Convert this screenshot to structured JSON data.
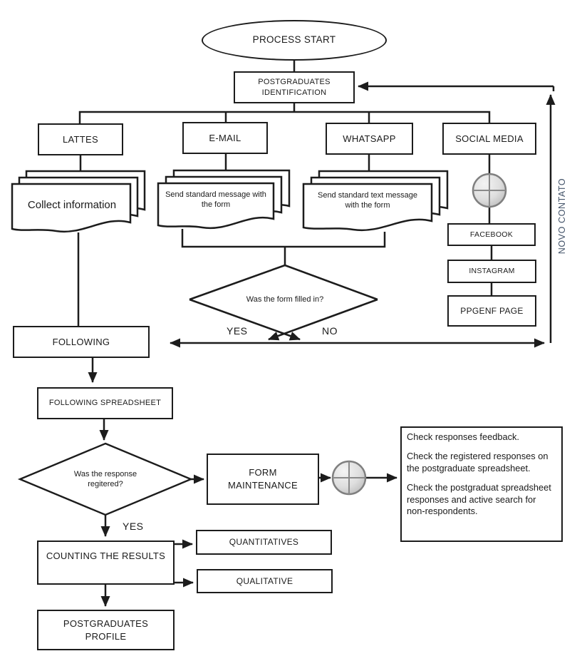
{
  "flowchart": {
    "start": "PROCESS START",
    "identification": "POSTGRADUATES IDENTIFICATION",
    "channels": {
      "lattes": "LATTES",
      "email": "E-MAIL",
      "whatsapp": "WHATSAPP",
      "social_media": "SOCIAL MEDIA"
    },
    "documents": {
      "collect": "Collect information",
      "email_message": "Send standard message with the form",
      "whatsapp_message": "Send standard text message with the form"
    },
    "social_pages": {
      "facebook": "FACEBOOK",
      "instagram": "INSTAGRAM",
      "ppgenf": "PPGENF PAGE"
    },
    "new_contact_label": "NOVO CONTATO",
    "decision_form": {
      "question": "Was the form filled in?",
      "yes": "YES",
      "no": "NO"
    },
    "following": "FOLLOWING",
    "following_spreadsheet": "FOLLOWING SPREADSHEET",
    "decision_response": {
      "question": "Was the response regitered?",
      "yes": "YES"
    },
    "form_maintenance": "FORM MAINTENANCE",
    "notes": [
      "Check responses feedback.",
      "Check the registered responses on the postgraduate spreadsheet.",
      "Check the postgraduat spreadsheet responses and active search for non-respondents."
    ],
    "counting": "COUNTING THE RESULTS",
    "quantitatives": "QUANTITATIVES",
    "qualitative": "QUALITATIVE",
    "profile": "POSTGRADUATES PROFILE"
  },
  "colors": {
    "line": "#1c1c1c",
    "new_contact_text": "#44546A",
    "connector_fill_light": "#efefef",
    "connector_fill_dark": "#c7c7c7",
    "connector_border": "#7f7f7f"
  }
}
